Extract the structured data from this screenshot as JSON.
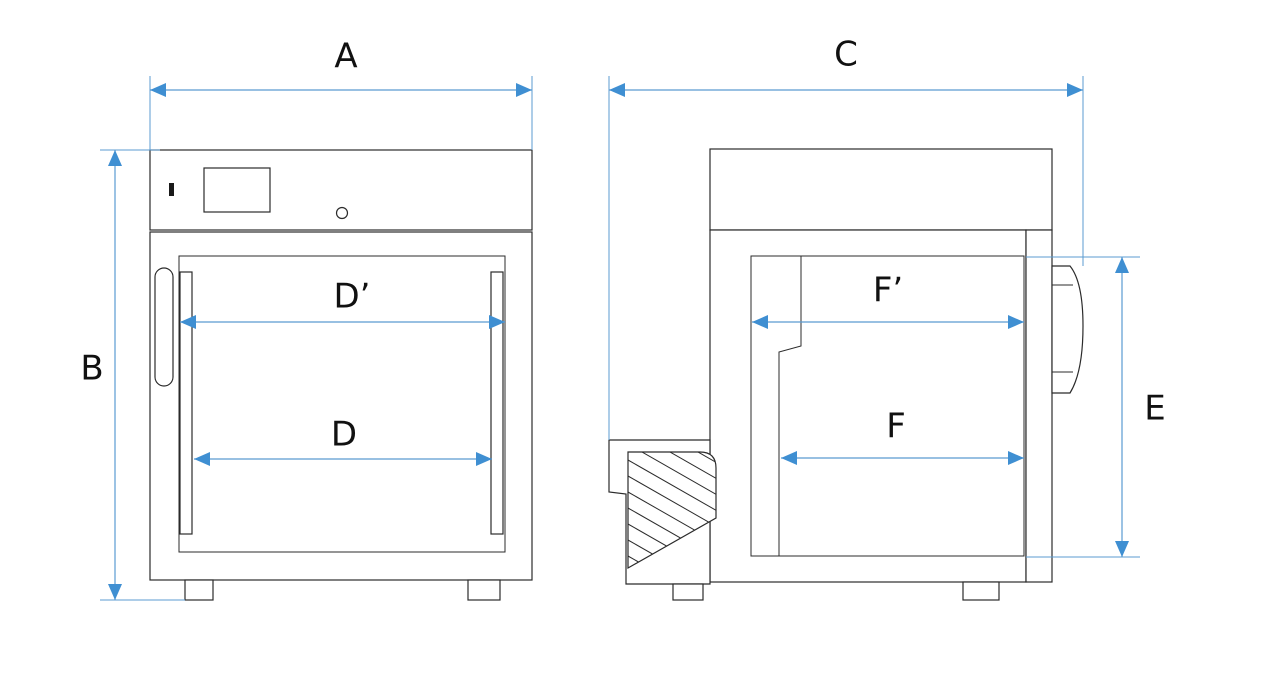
{
  "labels": {
    "A": "A",
    "B": "B",
    "C": "C",
    "D": "D",
    "D_prime": "D’",
    "E": "E",
    "F": "F",
    "F_prime": "F’"
  },
  "colors": {
    "dimension_line": "#5b9bd1",
    "arrowhead": "#3f8fd2",
    "outline": "#2b2b2b",
    "text": "#111111"
  }
}
